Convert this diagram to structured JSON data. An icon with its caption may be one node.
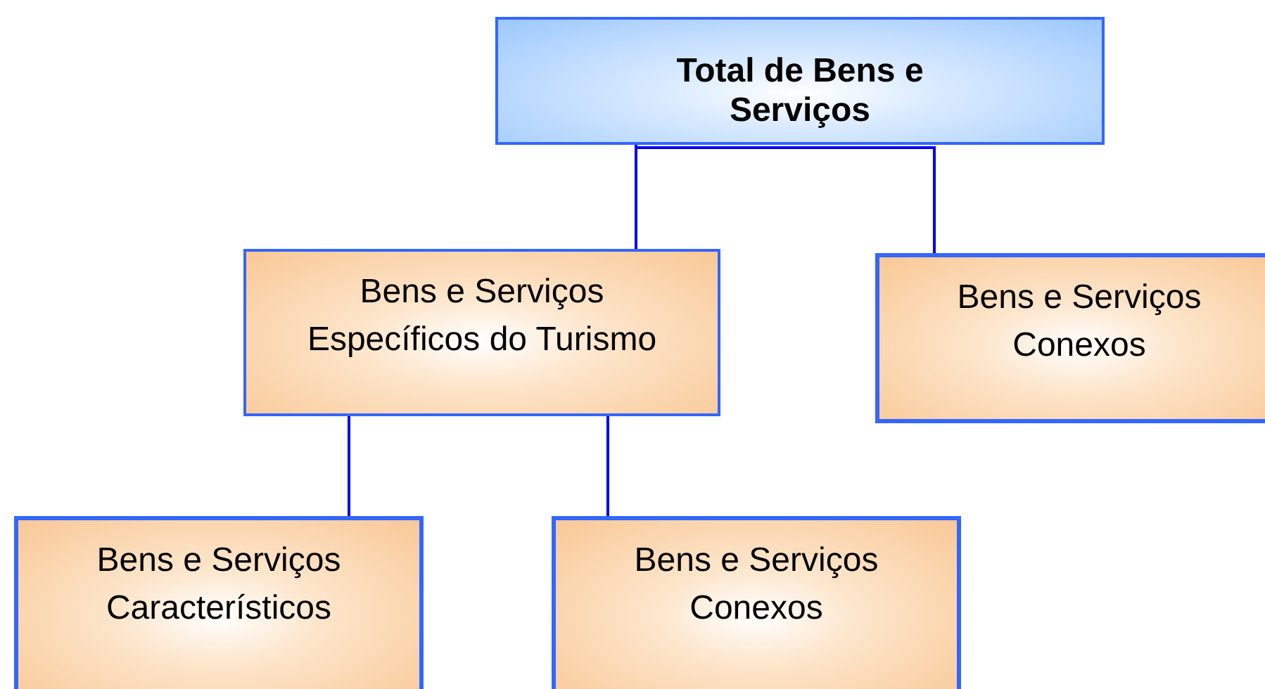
{
  "diagram": {
    "nodes": [
      {
        "text": [
          "Total de Bens e Serviços"
        ]
      },
      {
        "text": [
          "Bens e Serviços Específicos do Turismo"
        ]
      },
      {
        "text": [
          "Bens e Serviços Conexos"
        ]
      },
      {
        "text": [
          "Bens e Serviços Característicos"
        ]
      },
      {
        "text": [
          "Bens e Serviços Conexos"
        ]
      }
    ],
    "edges": [
      {
        "from": 0,
        "to": 1,
        "arrow": "none"
      },
      {
        "from": 0,
        "to": 2,
        "arrow": "none"
      },
      {
        "from": 1,
        "to": 3,
        "arrow": "none"
      },
      {
        "from": 1,
        "to": 4,
        "arrow": "none"
      }
    ]
  }
}
